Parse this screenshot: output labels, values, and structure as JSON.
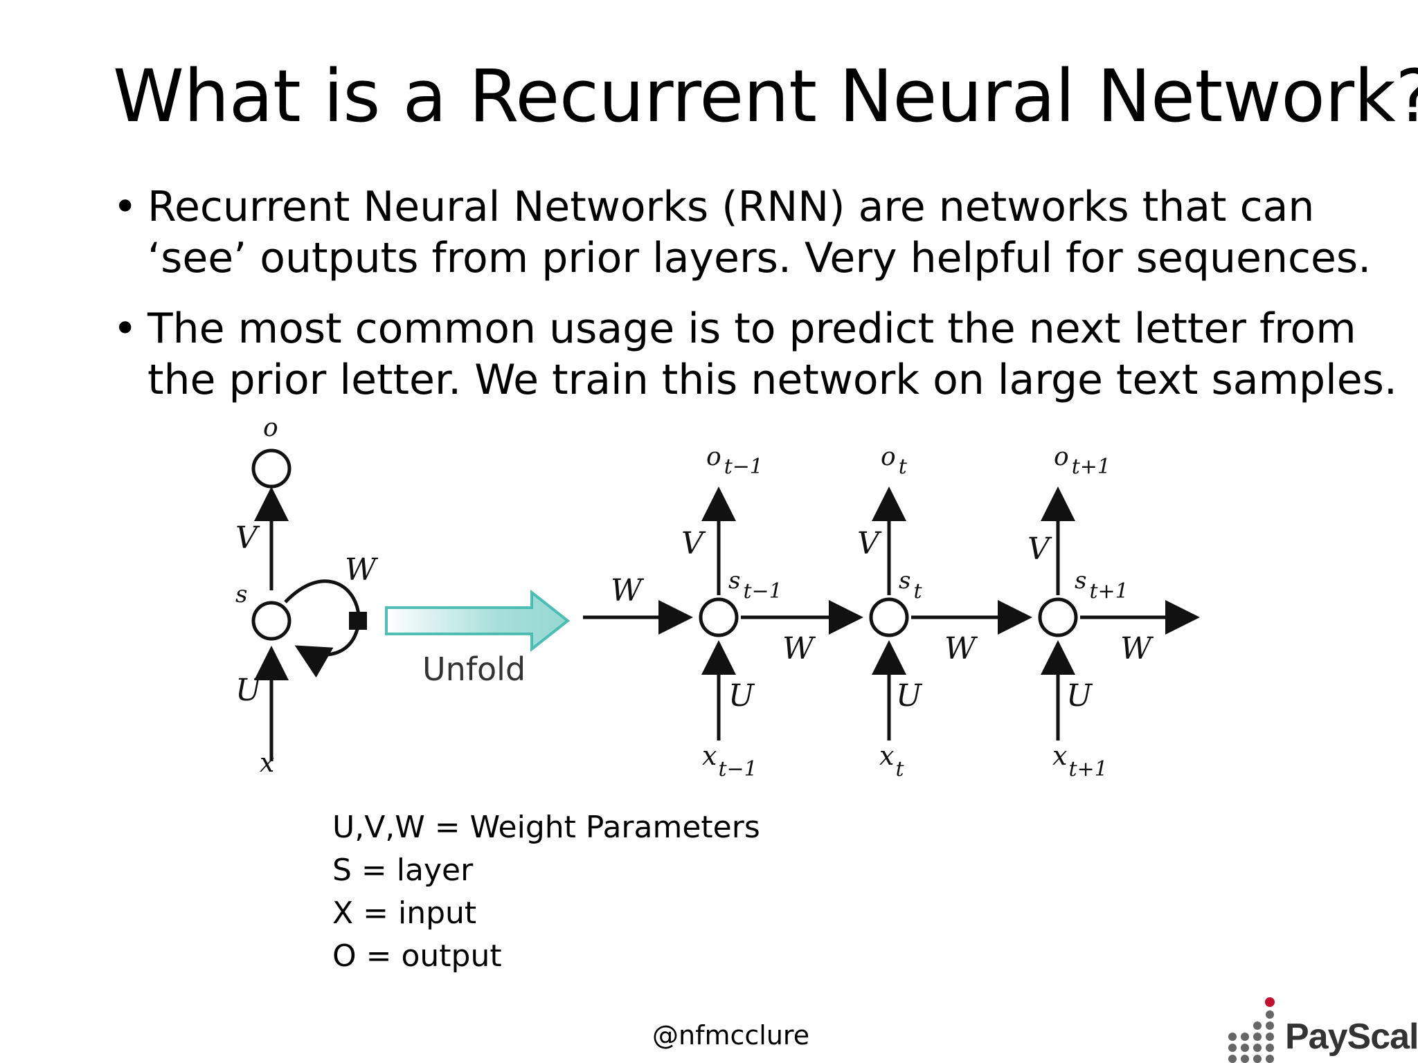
{
  "title": "What is a Recurrent Neural Network?",
  "bullets": [
    {
      "lines": [
        "Recurrent Neural Networks (RNN) are networks that can",
        "‘see’ outputs from prior layers. Very helpful for sequences."
      ]
    },
    {
      "lines": [
        "The most common usage is to predict the next letter from",
        "the prior letter.  We train this network on large text samples."
      ]
    }
  ],
  "bullet_glyph": "•",
  "diagram": {
    "folded": {
      "output": "o",
      "state": "s",
      "input": "x",
      "v_label": "V",
      "w_label": "W",
      "u_label": "U"
    },
    "unfold_label": "Unfold",
    "incoming_w_label": "W",
    "steps": [
      {
        "output": "o",
        "output_sub": "t−1",
        "state": "s",
        "state_sub": "t−1",
        "input": "x",
        "input_sub": "t−1",
        "v_label": "V",
        "u_label": "U",
        "w_out_label": "W"
      },
      {
        "output": "o",
        "output_sub": "t",
        "state": "s",
        "state_sub": "t",
        "input": "x",
        "input_sub": "t",
        "v_label": "V",
        "u_label": "U",
        "w_out_label": "W"
      },
      {
        "output": "o",
        "output_sub": "t+1",
        "state": "s",
        "state_sub": "t+1",
        "input": "x",
        "input_sub": "t+1",
        "v_label": "V",
        "u_label": "U",
        "w_out_label": "W"
      }
    ],
    "colors": {
      "unfold_arrow": "#3fb8ae"
    }
  },
  "legend": [
    "U,V,W = Weight Parameters",
    "S = layer",
    "X = input",
    "O = output"
  ],
  "footer": {
    "handle": "@nfmcclure"
  },
  "logo": {
    "text": "PayScale",
    "accent": "#c0102e",
    "dots": "#666666"
  }
}
